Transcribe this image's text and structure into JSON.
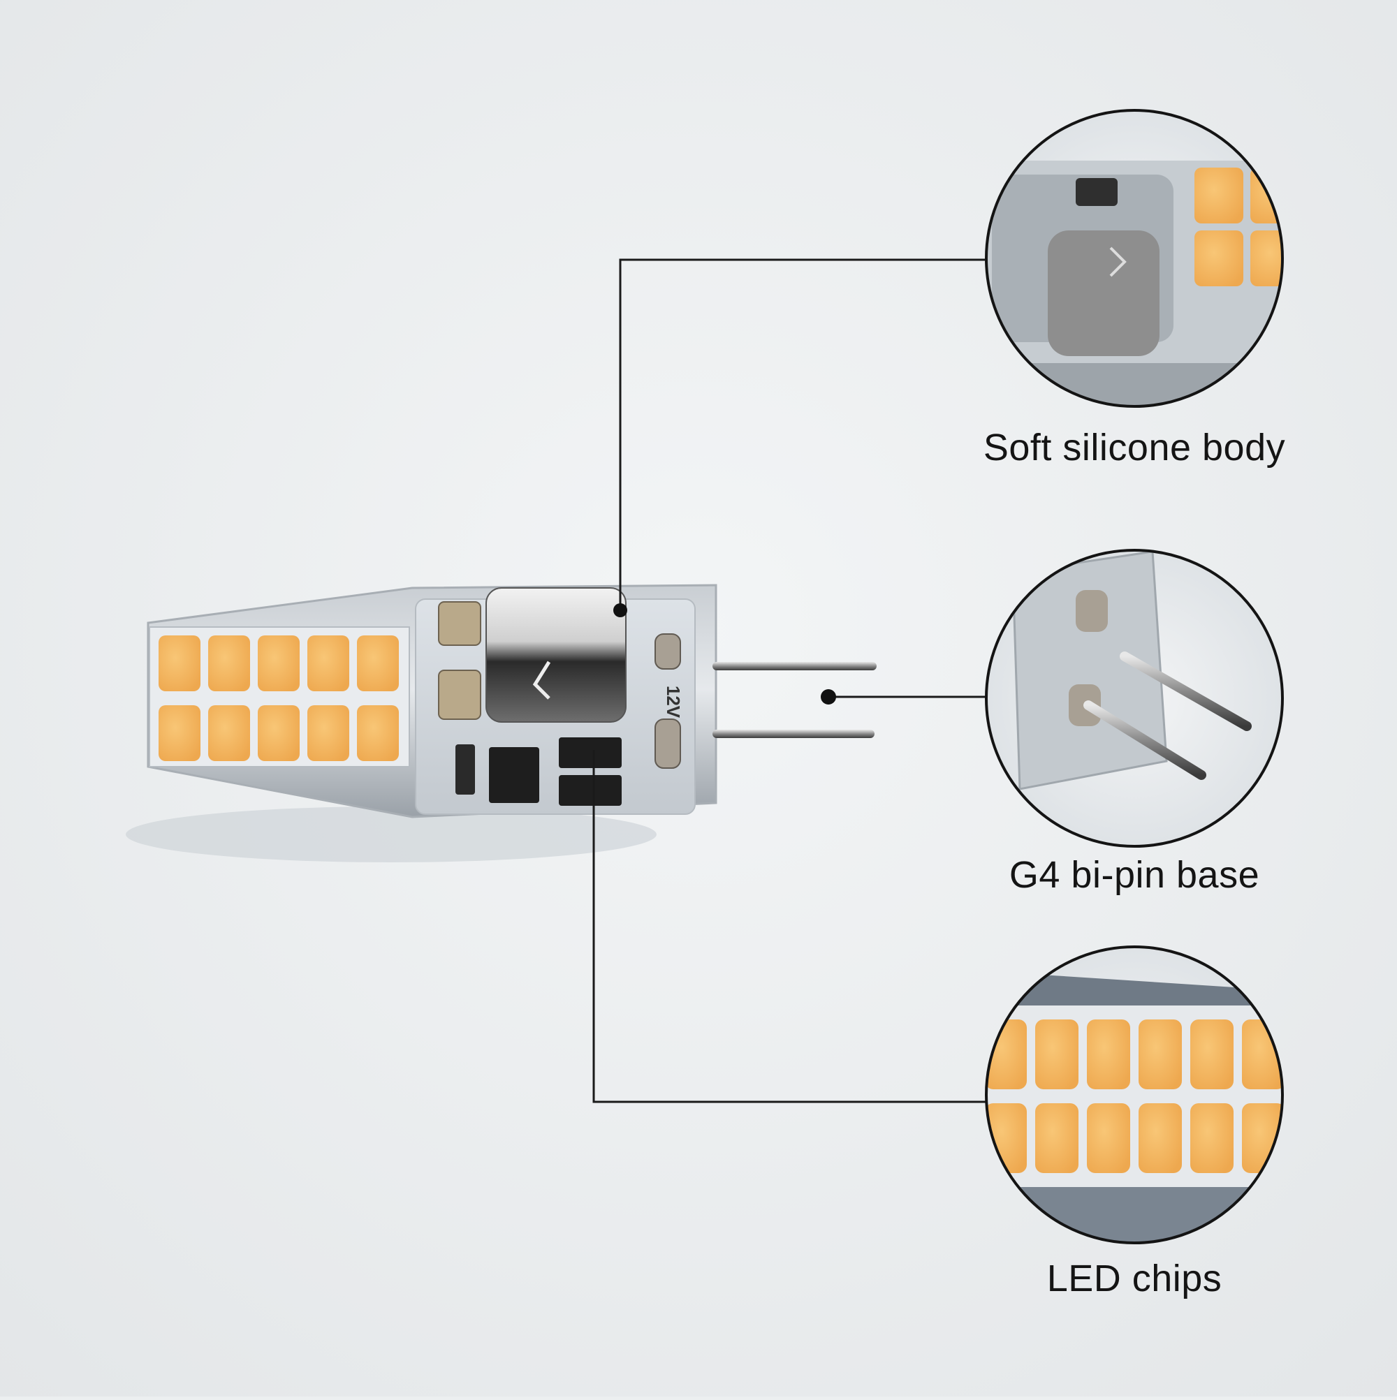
{
  "callouts": {
    "silicone_body": {
      "label": "Soft silicone body"
    },
    "bipin_base": {
      "label": "G4 bi-pin base"
    },
    "led_chips": {
      "label": "LED chips"
    }
  },
  "bulb": {
    "voltage_marking": "12V"
  },
  "colors": {
    "background": "#eceff0",
    "led_chip": "#f4b45f",
    "leader_line": "#1a1a1a"
  }
}
